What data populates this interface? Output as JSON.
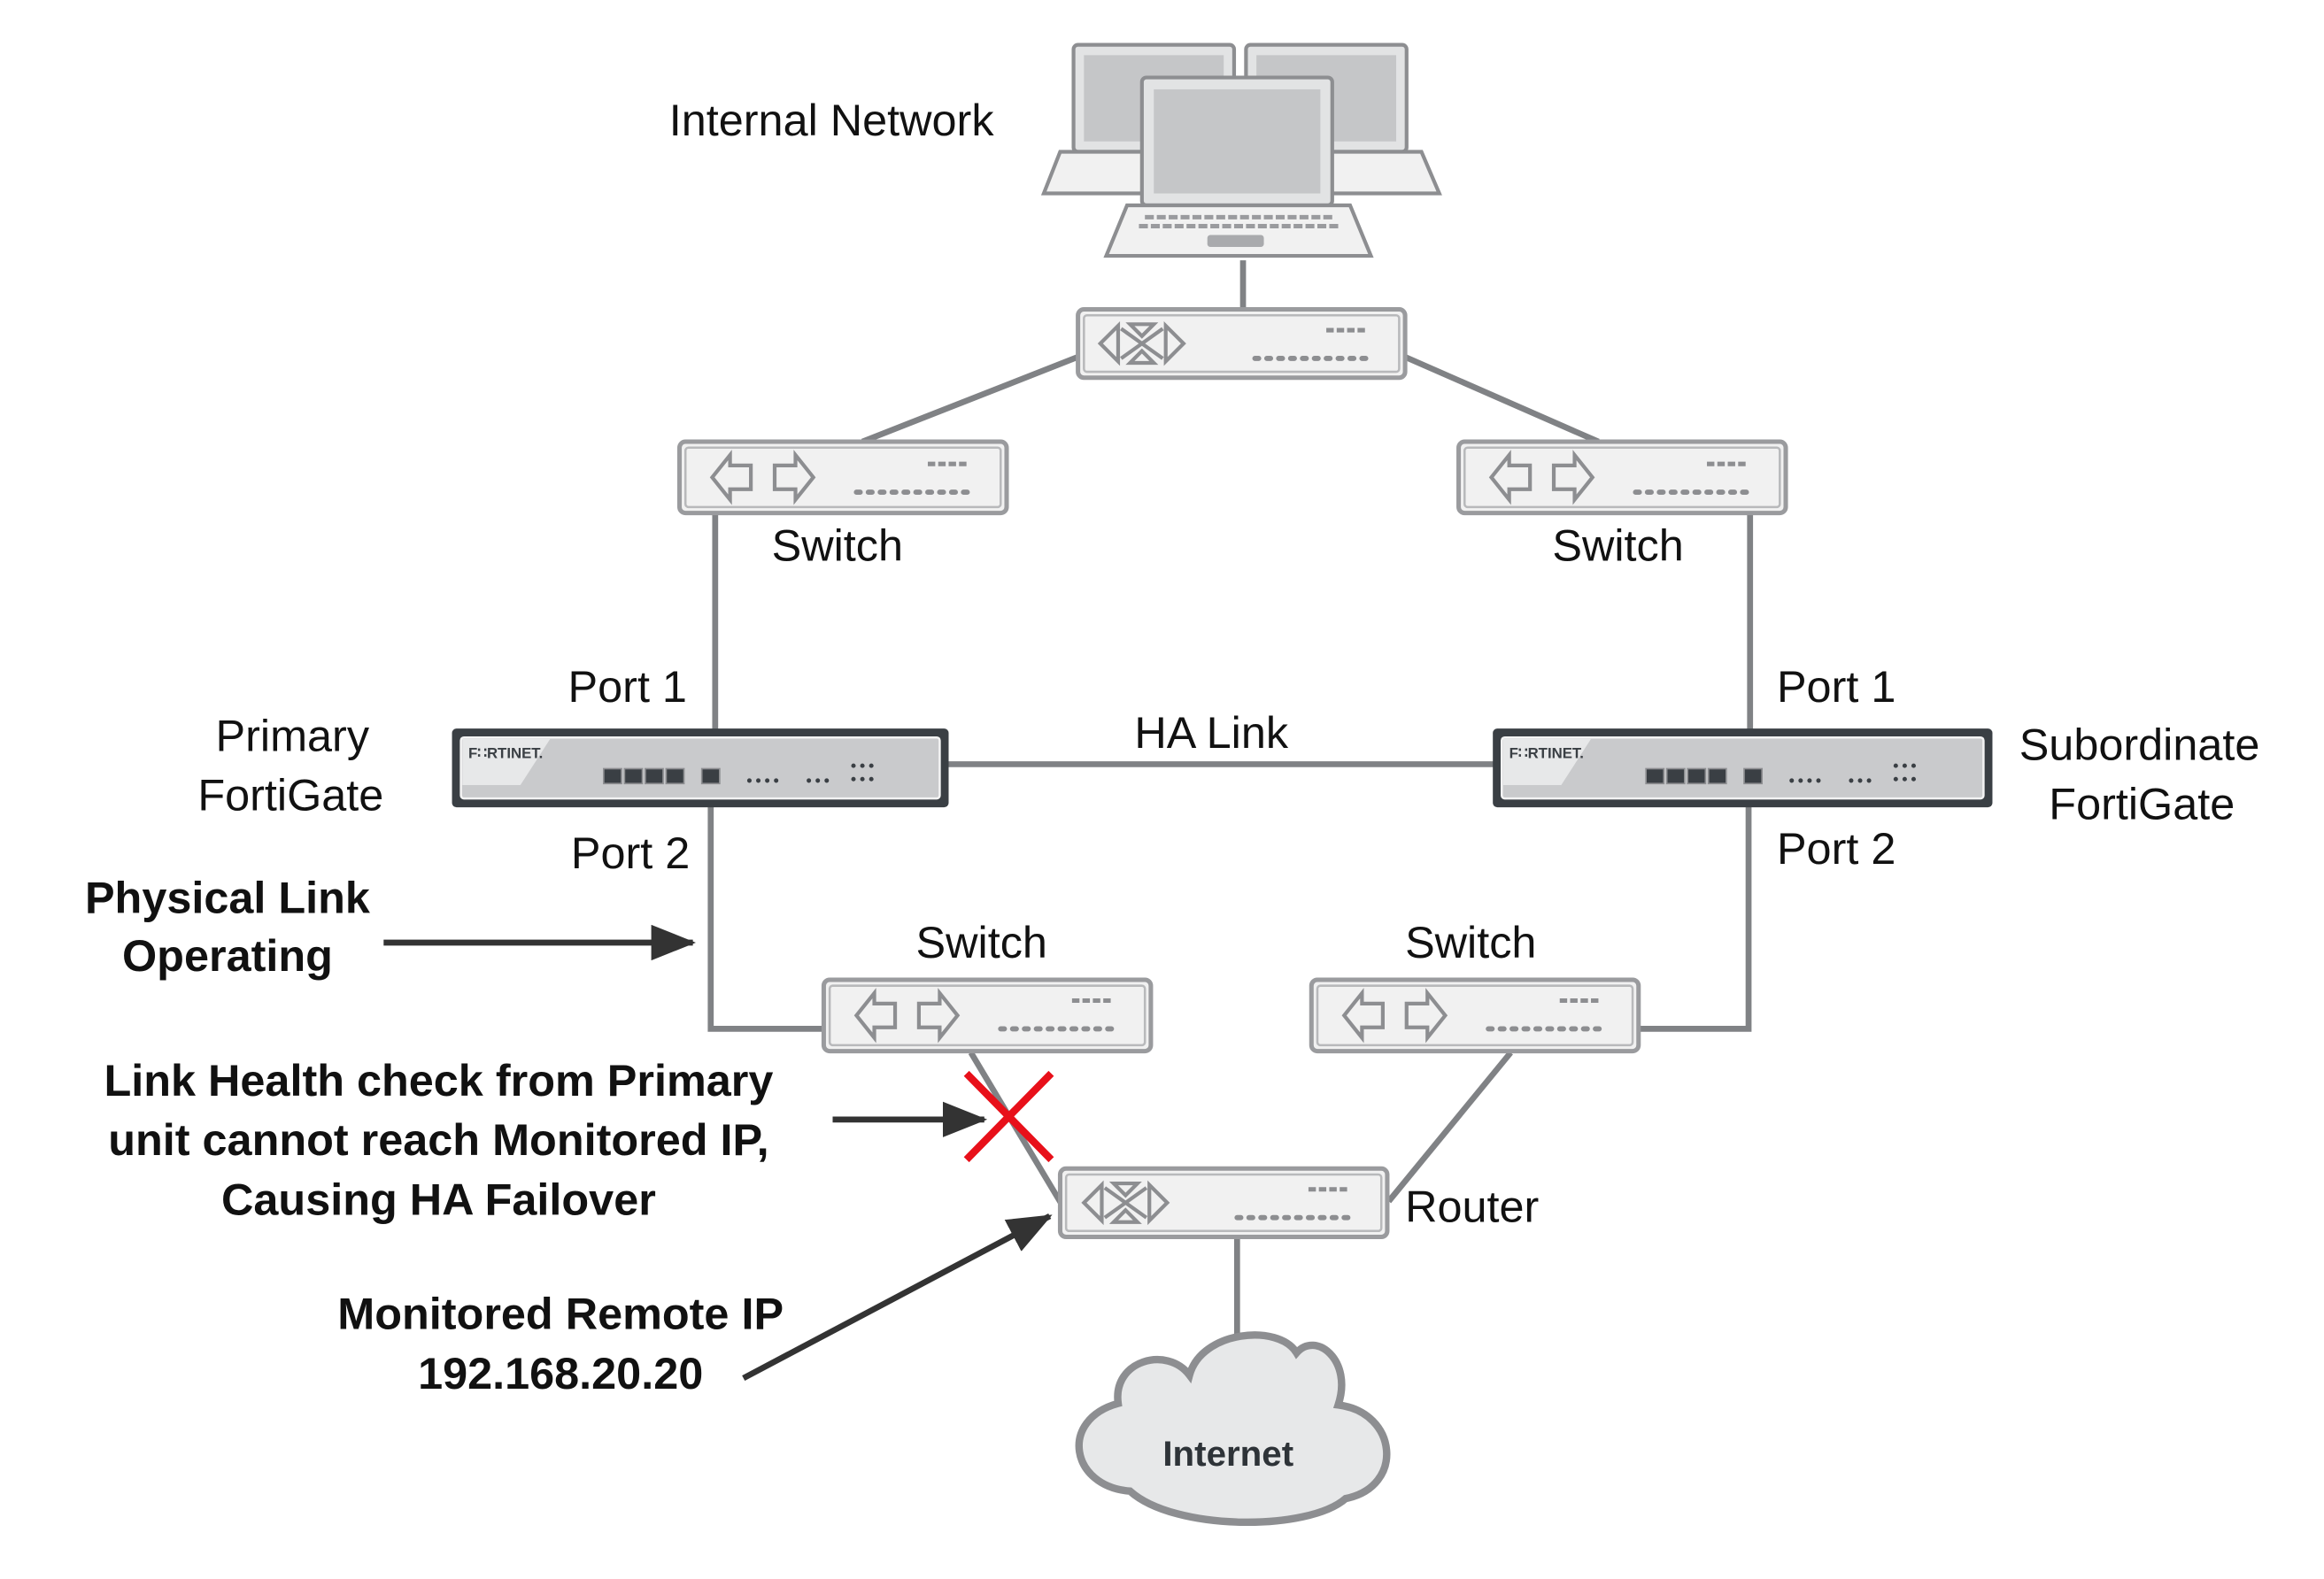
{
  "labels": {
    "internal_network": "Internal Network",
    "switch_top_left": "Switch",
    "switch_top_right": "Switch",
    "port1_left": "Port 1",
    "port1_right": "Port 1",
    "port2_left": "Port 2",
    "port2_right": "Port 2",
    "primary_line1": "Primary",
    "primary_line2": "FortiGate",
    "subordinate_line1": "Subordinate",
    "subordinate_line2": "FortiGate",
    "ha_link": "HA Link",
    "switch_bottom_left": "Switch",
    "switch_bottom_right": "Switch",
    "router": "Router",
    "internet": "Internet",
    "fortinet_brand": "F∷RTINET."
  },
  "annotations": {
    "physical_link": [
      "Physical Link",
      "Operating"
    ],
    "health_check": [
      "Link Health check from Primary",
      "unit cannot reach Monitored IP,",
      "Causing HA Failover"
    ],
    "monitored_ip": [
      "Monitored Remote IP",
      "192.168.20.20"
    ]
  },
  "colors": {
    "line": "#808285",
    "failure_mark": "#e8101a",
    "annotation_arrow": "#333333",
    "fortigate_frame": "#3a3f44"
  }
}
